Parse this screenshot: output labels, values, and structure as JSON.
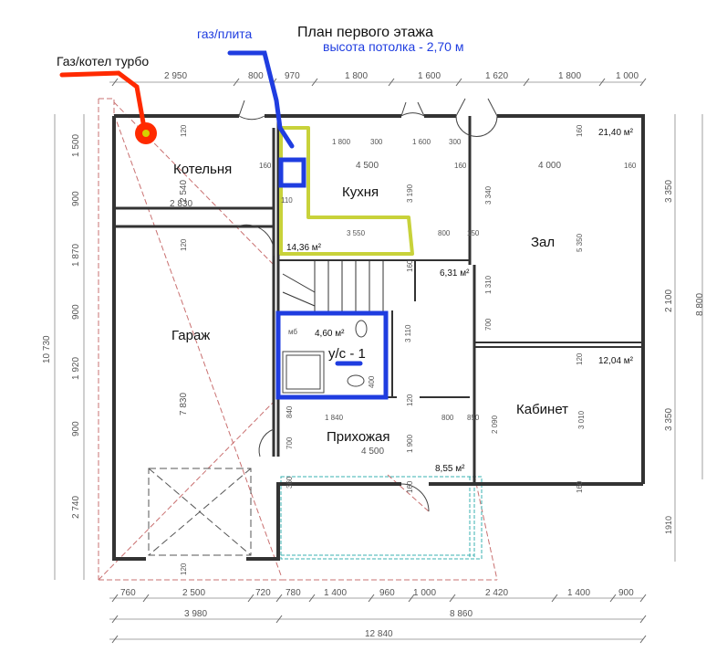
{
  "title": "План первого этажа",
  "ceiling_note": "высота потолка - 2,70 м",
  "annotations": {
    "boiler_label": "Газ/котел турбо",
    "stove_label": "газ/плита",
    "wc_label": "у/с - 1"
  },
  "colors": {
    "red_annotation": "#ff2a00",
    "blue_annotation": "#1f3de0",
    "yellow_outline": "#c8d23a",
    "wall": "#333333",
    "roof_dashed": "#c97070",
    "terrace_dashed": "#3ab0b0"
  },
  "rooms": {
    "boiler": "Котельня",
    "kitchen": "Кухня",
    "living": "Зал",
    "garage": "Гараж",
    "hall": "Прихожая",
    "office": "Кабинет"
  },
  "areas": {
    "kitchen": "14,36 м²",
    "living": "21,40 м²",
    "stair": "6,31 м²",
    "wc": "4,60 м²",
    "office": "12,04 м²",
    "hall": "8,55 м²"
  },
  "dims_top": [
    "2 950",
    "800",
    "970",
    "1 800",
    "1 600",
    "1 620",
    "1 800",
    "1 000"
  ],
  "dims_bottom_1": [
    "760",
    "2 500",
    "720",
    "780",
    "1 400",
    "960",
    "1 000",
    "2 420",
    "1 400",
    "900"
  ],
  "dims_bottom_2": [
    "3 980",
    "8 860"
  ],
  "dims_bottom_total": "12 840",
  "dims_left": [
    "1 500",
    "900",
    "1 870",
    "900",
    "1 920",
    "900",
    "2 740"
  ],
  "dims_left_total": "10 730",
  "dims_right_1": [
    "3 350",
    "2 100",
    "3 350",
    "1910"
  ],
  "dims_right_total": "8 800",
  "dims_inner": {
    "boiler_h": "2 540",
    "boiler_w": "2 830",
    "garage_h": "7 830",
    "k_1800": "1 800",
    "k_300a": "300",
    "k_1600": "1 600",
    "k_300b": "300",
    "k_4500": "4 500",
    "k_3190": "3 190",
    "k_3550": "3 550",
    "k_800": "800",
    "k_150": "150",
    "z_4000": "4 000",
    "z_3340": "3 340",
    "z_5350": "5 350",
    "h_4500": "4 500",
    "h_1900": "1 900",
    "h_1840": "1 840",
    "h_800": "800",
    "s_1310": "1 310",
    "s_3110": "3 110",
    "o_3010": "3 010",
    "o_2090": "2 090",
    "n_120": "120",
    "n_160": "160",
    "n_700": "700",
    "n_400": "400",
    "n_360": "360",
    "n_840": "840",
    "n_850": "850",
    "n_mb": "мб",
    "n_110": "110"
  }
}
